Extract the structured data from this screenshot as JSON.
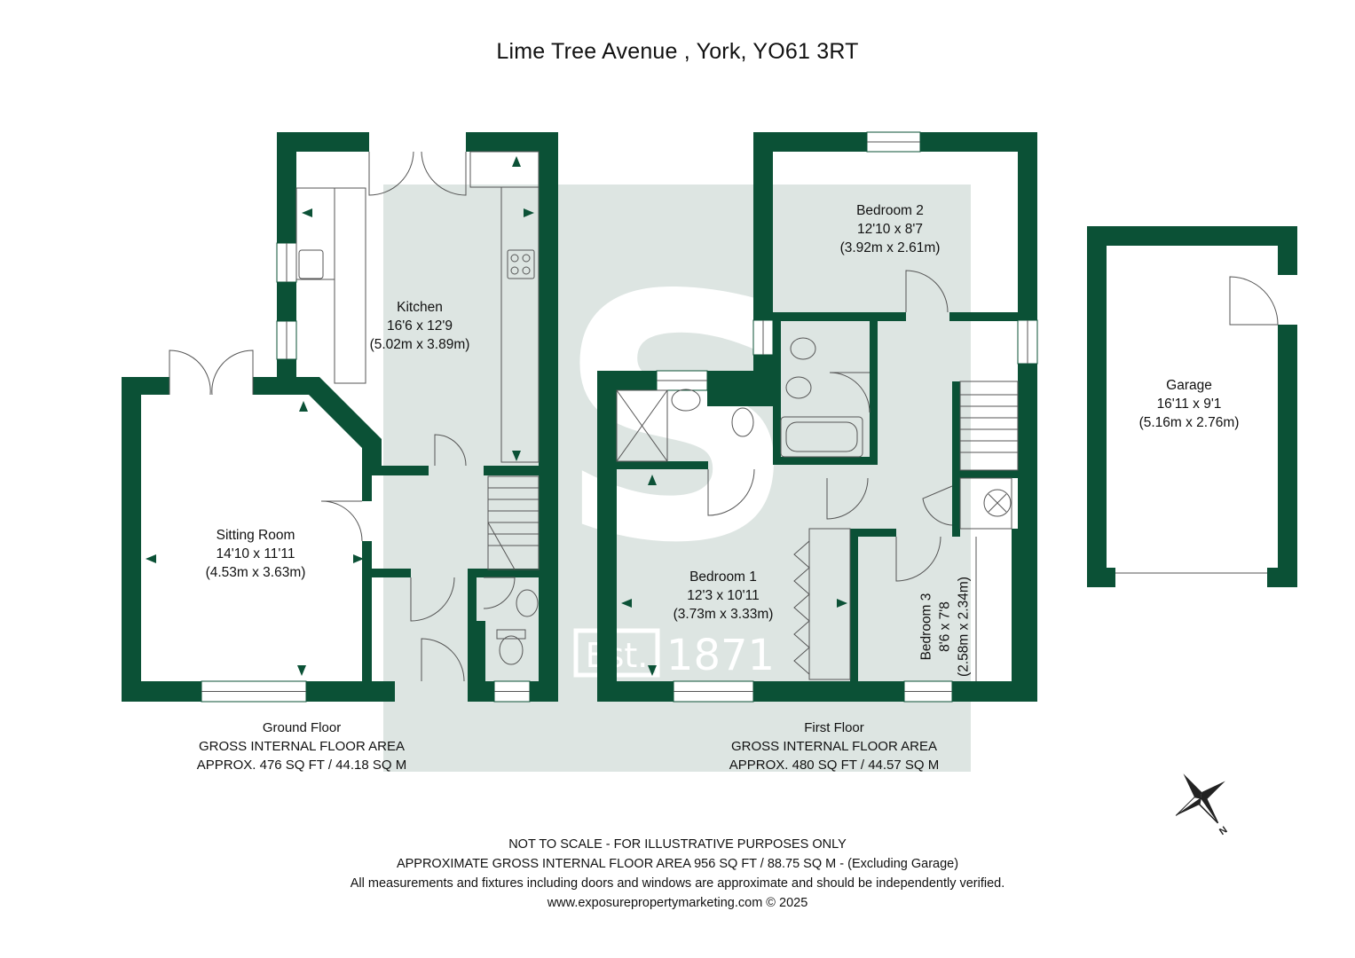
{
  "title": "Lime Tree Avenue , York, YO61 3RT",
  "colors": {
    "wall": "#0b5136",
    "watermark": "#dde5e2",
    "watermark_mark": "#ffffff",
    "fixture": "#555555"
  },
  "watermark": {
    "logo_letter": "S",
    "est_text": "Est.",
    "year_text": "1871"
  },
  "rooms": {
    "kitchen": {
      "name": "Kitchen",
      "imperial": "16'6 x 12'9",
      "metric": "(5.02m x 3.89m)"
    },
    "sitting_room": {
      "name": "Sitting Room",
      "imperial": "14'10 x 11'11",
      "metric": "(4.53m x 3.63m)"
    },
    "bedroom_1": {
      "name": "Bedroom 1",
      "imperial": "12'3 x 10'11",
      "metric": "(3.73m x 3.33m)"
    },
    "bedroom_2": {
      "name": "Bedroom 2",
      "imperial": "12'10 x 8'7",
      "metric": "(3.92m x 2.61m)"
    },
    "bedroom_3": {
      "name": "Bedroom 3",
      "imperial": "8'6 x 7'8",
      "metric": "(2.58m x 2.34m)"
    },
    "garage": {
      "name": "Garage",
      "imperial": "16'11 x 9'1",
      "metric": "(5.16m x 2.76m)"
    }
  },
  "floors": {
    "ground": {
      "name": "Ground Floor",
      "area_label": "GROSS INTERNAL FLOOR AREA",
      "area": "APPROX. 476 SQ FT / 44.18 SQ M"
    },
    "first": {
      "name": "First Floor",
      "area_label": "GROSS INTERNAL FLOOR AREA",
      "area": "APPROX. 480 SQ FT / 44.57 SQ M"
    }
  },
  "compass": {
    "north_label": "N",
    "icon": "compass-rose-icon"
  },
  "footer": {
    "line1": "NOT TO SCALE - FOR ILLUSTRATIVE PURPOSES ONLY",
    "line2": "APPROXIMATE GROSS INTERNAL FLOOR AREA 956 SQ FT / 88.75 SQ M - (Excluding Garage)",
    "line3": "All measurements and fixtures including doors and windows are approximate and should be independently verified.",
    "line4": "www.exposurepropertymarketing.com © 2025"
  }
}
